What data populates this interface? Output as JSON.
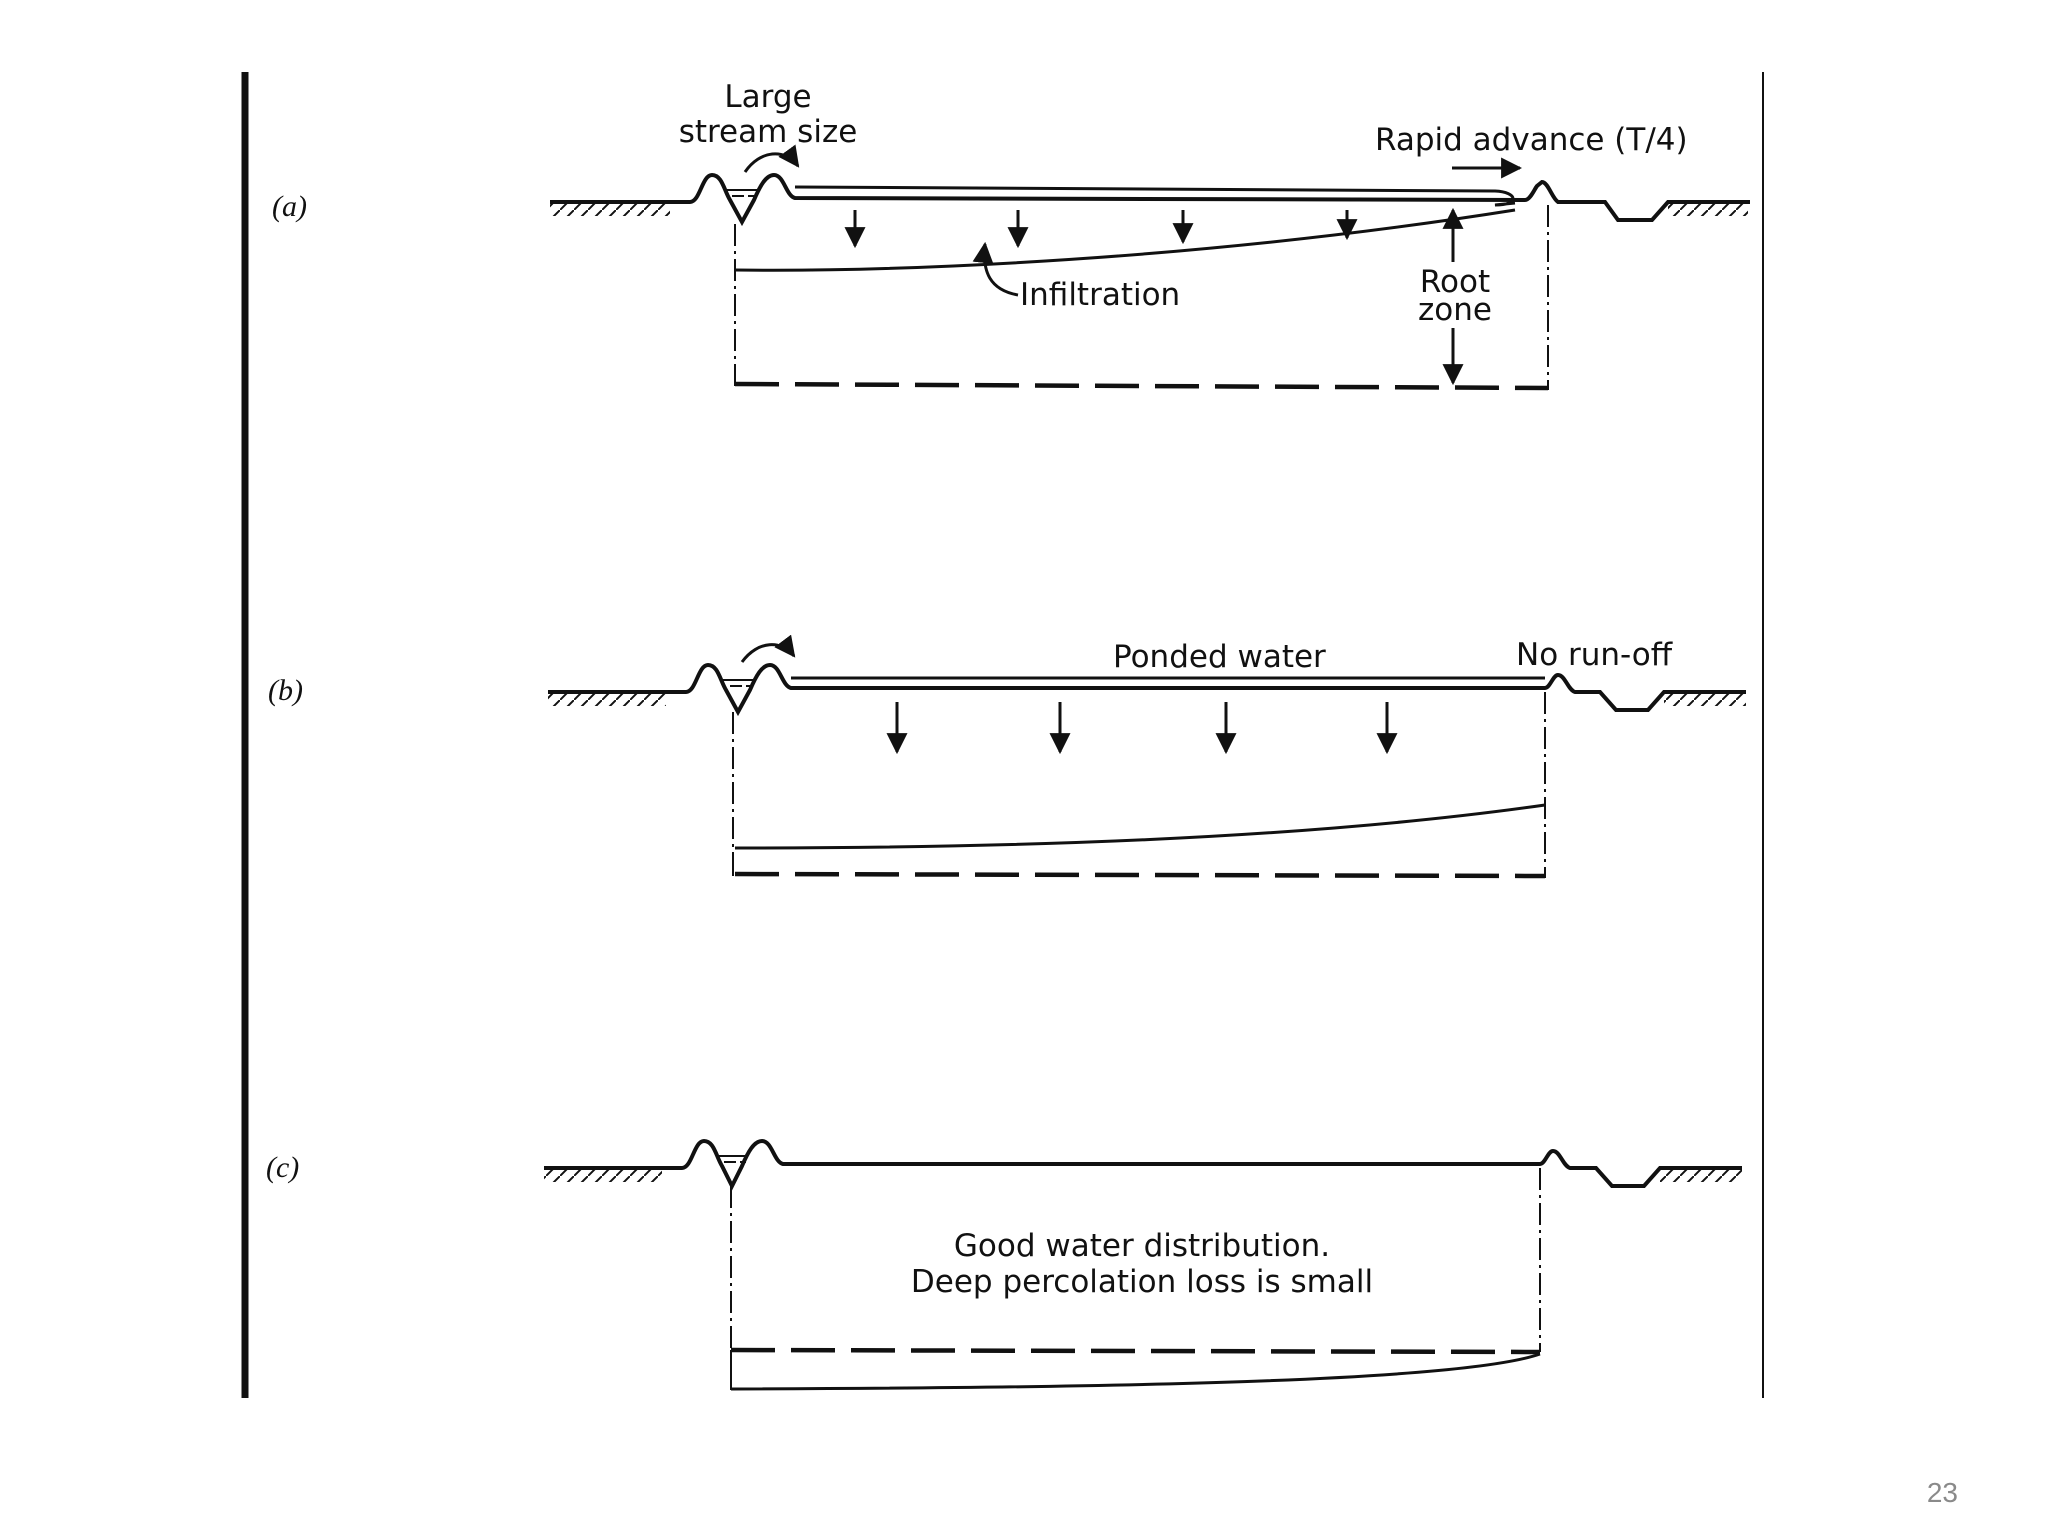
{
  "panels": {
    "a": {
      "label": "(a)",
      "stream_label_line1": "Large",
      "stream_label_line2": "stream size",
      "advance_label": "Rapid advance (T/4)",
      "infiltration_label": "Infiltration",
      "root_label_line1": "Root",
      "root_label_line2": "zone"
    },
    "b": {
      "label": "(b)",
      "ponded_label": "Ponded water",
      "runoff_label": "No run-off"
    },
    "c": {
      "label": "(c)",
      "note_line1": "Good water distribution.",
      "note_line2": "Deep percolation loss is small"
    }
  },
  "slide": {
    "page_number": "23"
  }
}
